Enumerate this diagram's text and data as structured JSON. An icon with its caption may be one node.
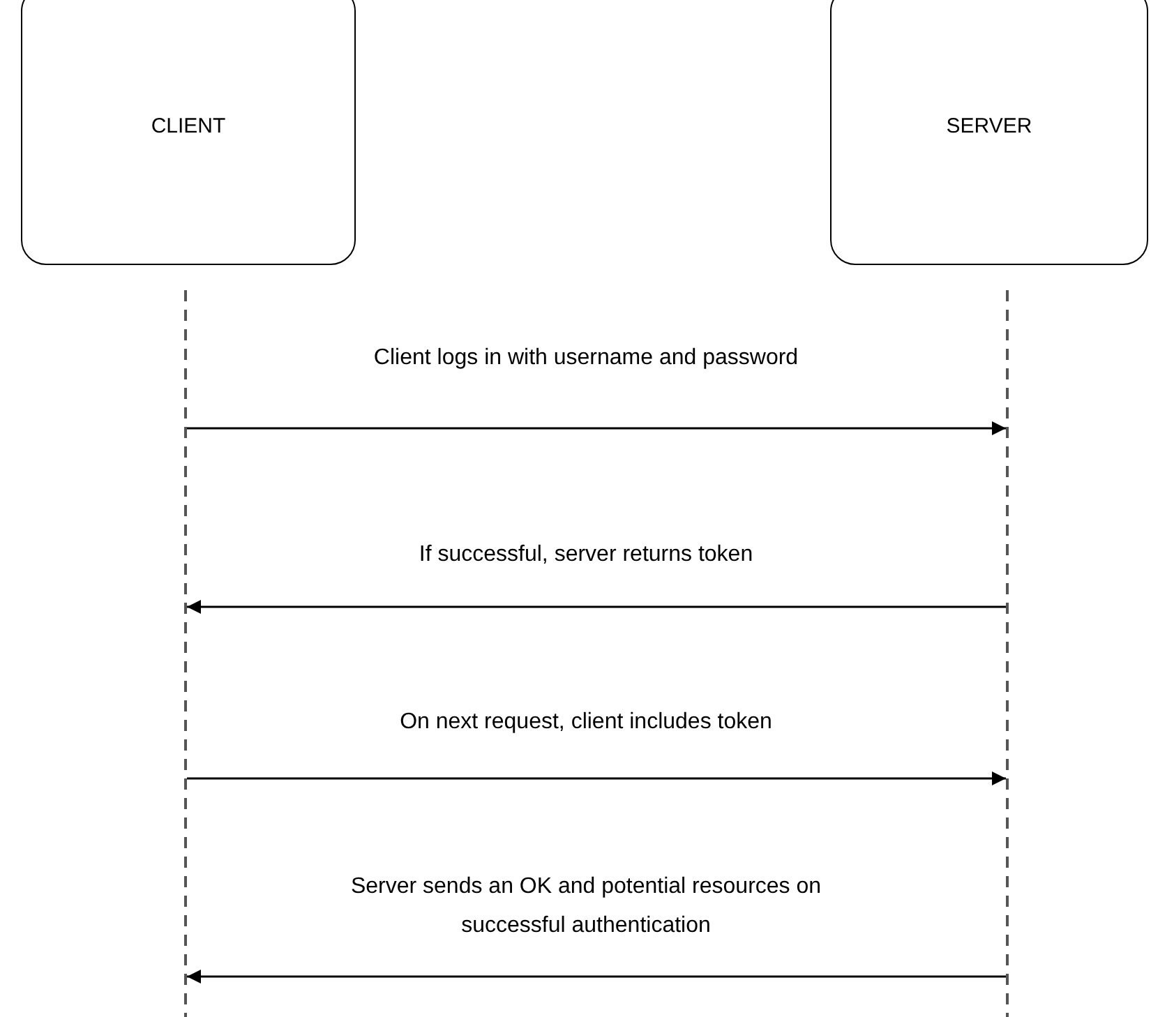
{
  "diagram": {
    "nodes": [
      {
        "text": [
          "CLIENT"
        ]
      },
      {
        "text": [
          "SERVER"
        ]
      }
    ],
    "edges": [
      {
        "from": 0,
        "to": 1,
        "arrow": "to",
        "label": "Client logs in with username and password"
      },
      {
        "from": 1,
        "to": 0,
        "arrow": "to",
        "label": "If successful, server returns token"
      },
      {
        "from": 0,
        "to": 1,
        "arrow": "to",
        "label": "On next request, client includes token"
      },
      {
        "from": 1,
        "to": 0,
        "arrow": "to",
        "label": "Server sends an OK and potential resources on successful authentication"
      }
    ]
  }
}
